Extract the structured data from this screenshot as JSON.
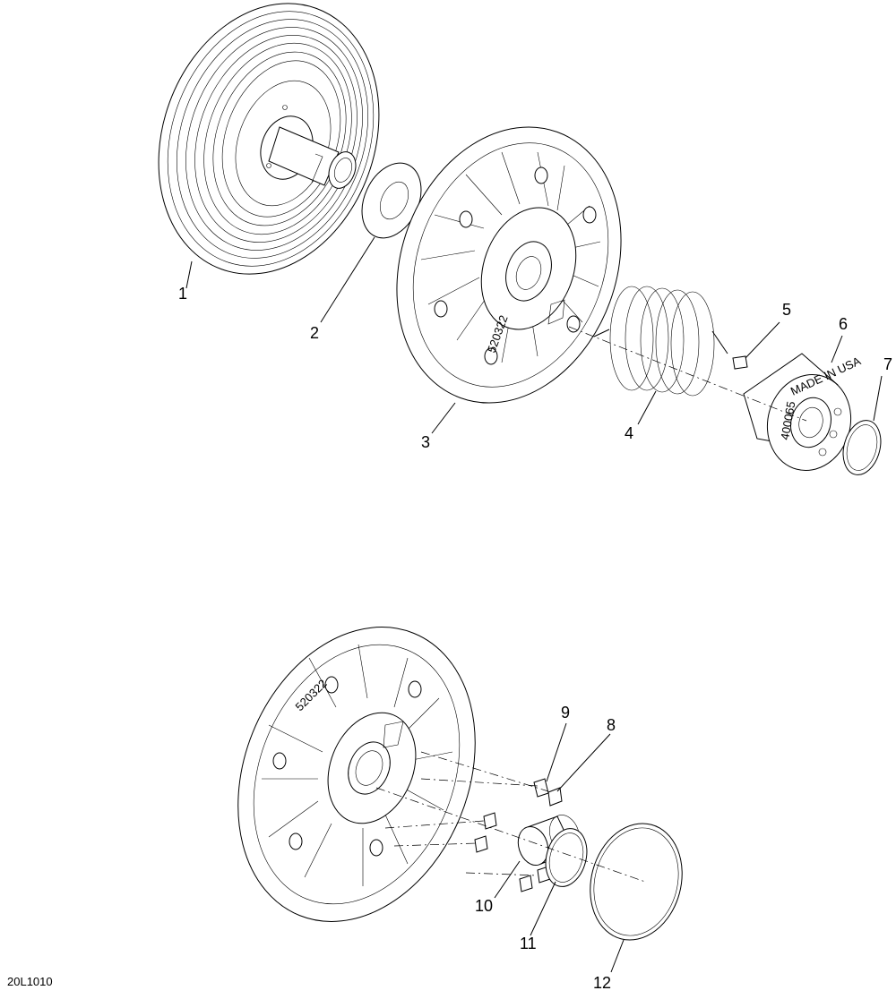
{
  "drawing_code": "20L1010",
  "callouts": [
    {
      "id": "1",
      "label": "1"
    },
    {
      "id": "2",
      "label": "2"
    },
    {
      "id": "3",
      "label": "3"
    },
    {
      "id": "4",
      "label": "4"
    },
    {
      "id": "5",
      "label": "5"
    },
    {
      "id": "6",
      "label": "6"
    },
    {
      "id": "7",
      "label": "7"
    },
    {
      "id": "8",
      "label": "8"
    },
    {
      "id": "9",
      "label": "9"
    },
    {
      "id": "10",
      "label": "10"
    },
    {
      "id": "11",
      "label": "11"
    },
    {
      "id": "12",
      "label": "12"
    }
  ],
  "part_markings": {
    "sheave_code_1": "520322",
    "sheave_code_2": "520322",
    "cam_text": "MADE IN USA",
    "cam_code": "400065"
  }
}
